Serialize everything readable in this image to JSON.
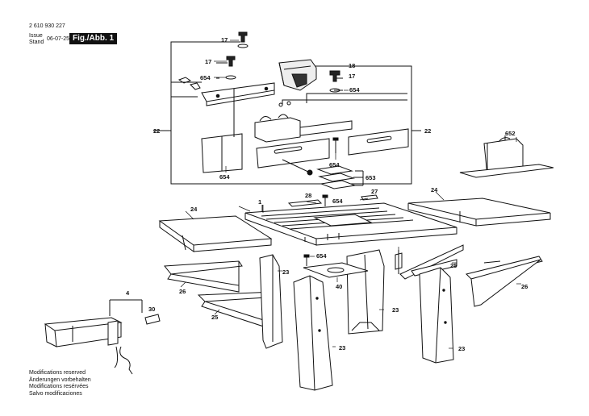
{
  "header": {
    "part_number": "2 610 930 227",
    "issue_label": "Issue",
    "stand_label": "Stand",
    "date": "06-07-25",
    "figure_label": "Fig./Abb. 1"
  },
  "footer": {
    "lines": [
      "Modifications reserved",
      "Änderungen vorbehalten",
      "Modifications resérvées",
      "Salvo modificaciones"
    ]
  },
  "callouts": {
    "c17a": "17",
    "c17b": "17",
    "c17c": "17",
    "c18": "18",
    "c654a": "654",
    "c654b": "654",
    "c654c": "654",
    "c654d": "654",
    "c654e": "654",
    "c654f": "654",
    "c22a": "22",
    "c22b": "22",
    "c652": "652",
    "c653": "653",
    "c1": "1",
    "c28": "28",
    "c27": "27",
    "c24a": "24",
    "c24b": "24",
    "c23a": "23",
    "c23b": "23",
    "c23c": "23",
    "c23d": "23",
    "c25a": "25",
    "c25b": "25",
    "c26a": "26",
    "c26b": "26",
    "c40": "40",
    "c4": "4",
    "c30": "30"
  }
}
